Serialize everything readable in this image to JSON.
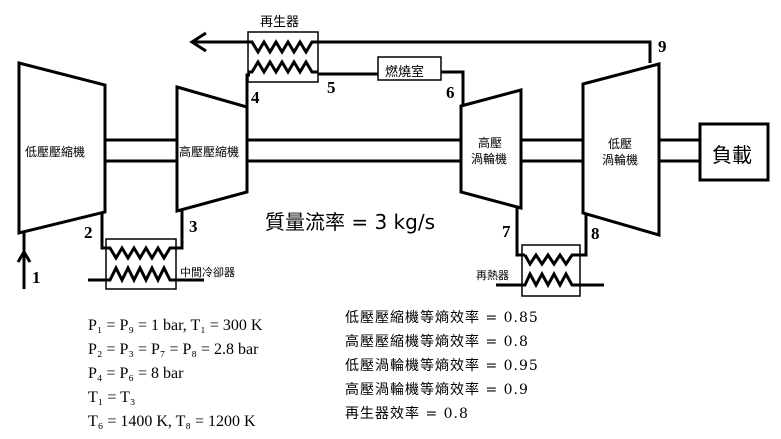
{
  "components": {
    "lp_compressor": "低壓壓縮機",
    "hp_compressor": "高壓壓縮機",
    "hp_turbine_line1": "高壓",
    "hp_turbine_line2": "渦輪機",
    "lp_turbine_line1": "低壓",
    "lp_turbine_line2": "渦輪機",
    "regenerator": "再生器",
    "combustor": "燃燒室",
    "intercooler": "中間冷卻器",
    "reheater": "再熱器",
    "load": "負載"
  },
  "states": [
    "1",
    "2",
    "3",
    "4",
    "5",
    "6",
    "7",
    "8",
    "9"
  ],
  "mass_flow": "質量流率 = 3 kg/s",
  "conditions": [
    "P₁ = P₉ = 1 bar, T₁ = 300 K",
    "P₂ = P₃ = P₇ = P₈ = 2.8 bar",
    "P₄ = P₆ = 8 bar",
    "T₁ = T₃",
    "T₆ = 1400 K, T₈ = 1200 K"
  ],
  "efficiencies": [
    "低壓壓縮機等熵效率 = 0.85",
    "高壓壓縮機等熵效率 = 0.8",
    "低壓渦輪機等熵效率 = 0.95",
    "高壓渦輪機等熵效率 = 0.9",
    "再生器效率 = 0.8"
  ]
}
